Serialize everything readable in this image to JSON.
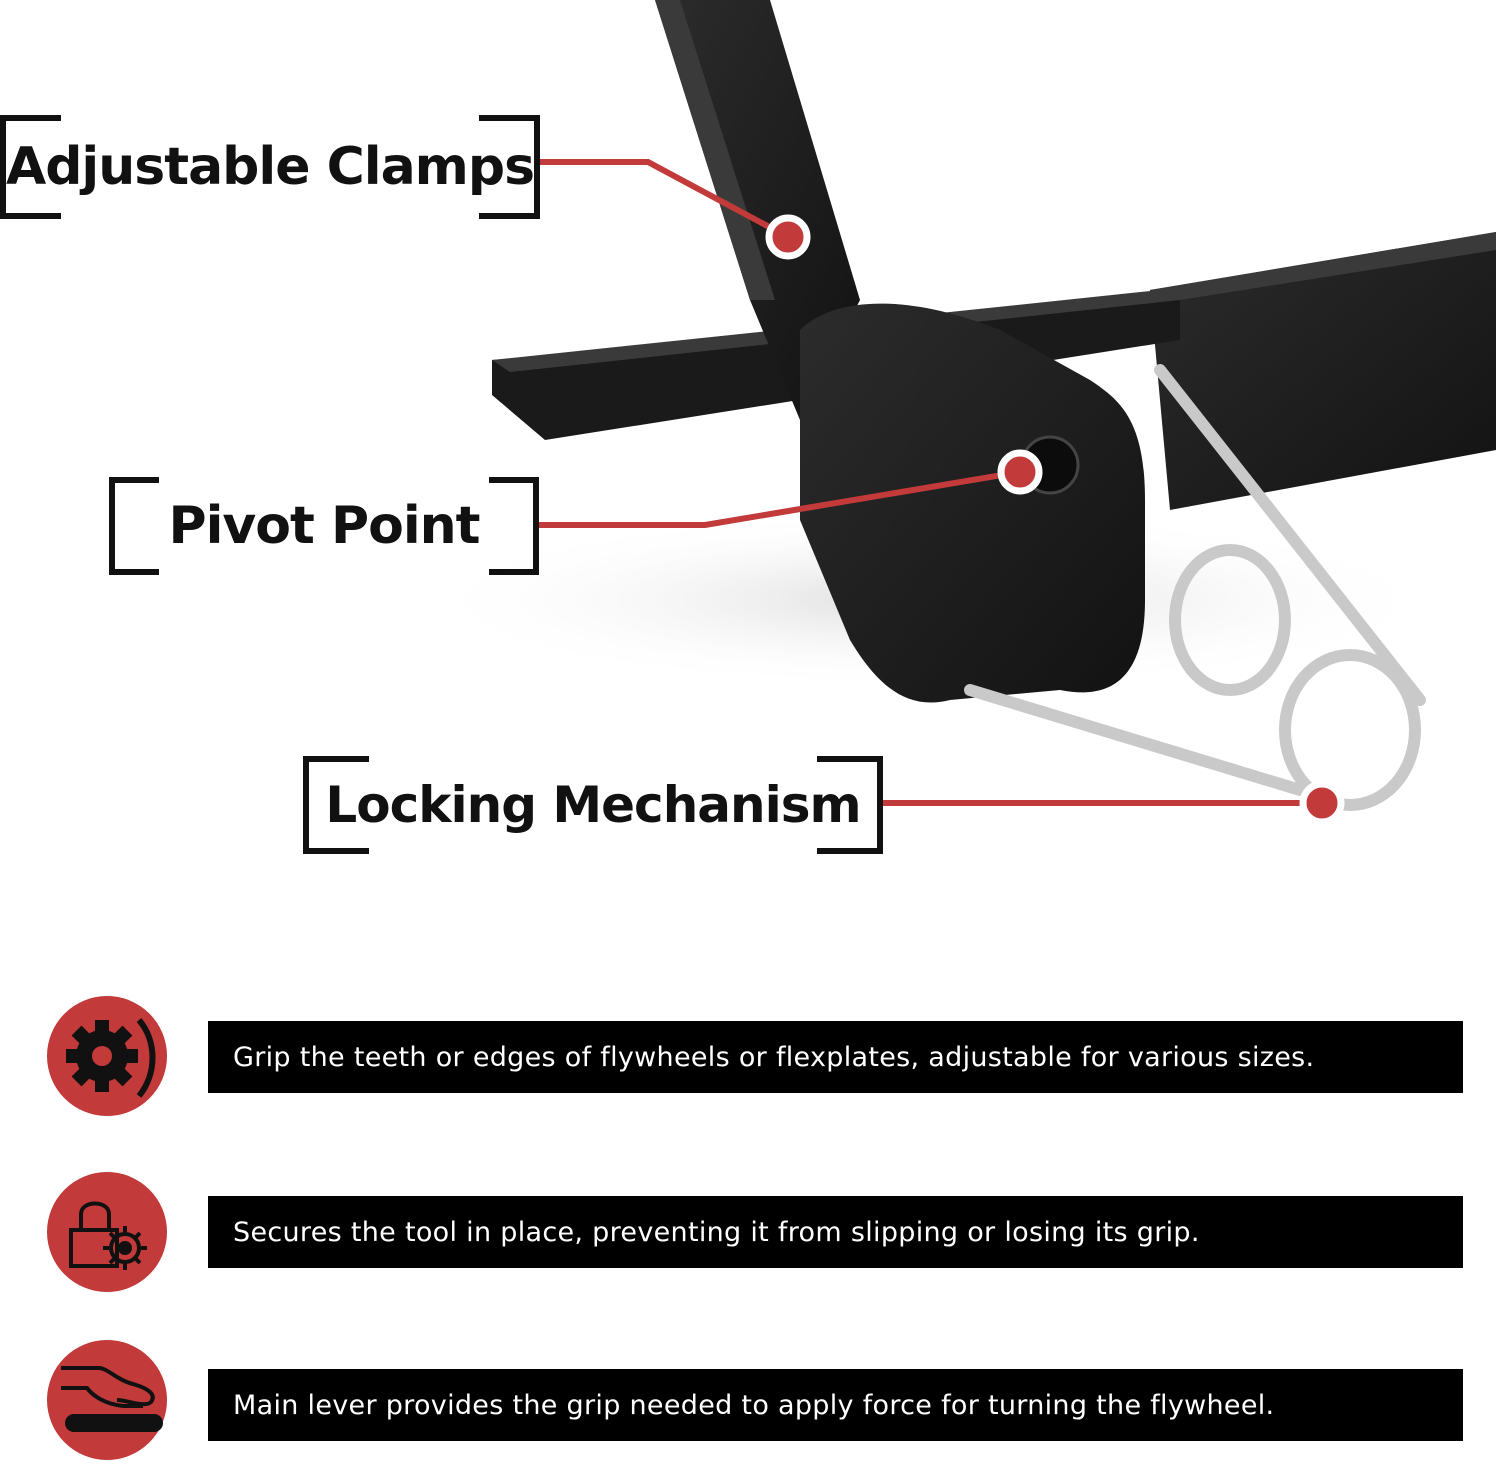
{
  "callouts": {
    "adjustable_clamps": "Adjustable Clamps",
    "pivot_point": "Pivot Point",
    "locking_mechanism": "Locking Mechanism"
  },
  "features": [
    {
      "icon": "gear-icon",
      "text": "Grip the teeth or edges of flywheels or flexplates, adjustable for various sizes."
    },
    {
      "icon": "lock-gear-icon",
      "text": "Secures the tool in place, preventing it from slipping or losing its grip."
    },
    {
      "icon": "hand-lever-icon",
      "text": "Main lever provides the grip needed to apply force for turning the flywheel."
    }
  ],
  "colors": {
    "accent": "#c23a3a",
    "tool": "#1b1b1b",
    "bar": "#000000",
    "text_light": "#ffffff",
    "spring": "#c9c9c9"
  }
}
